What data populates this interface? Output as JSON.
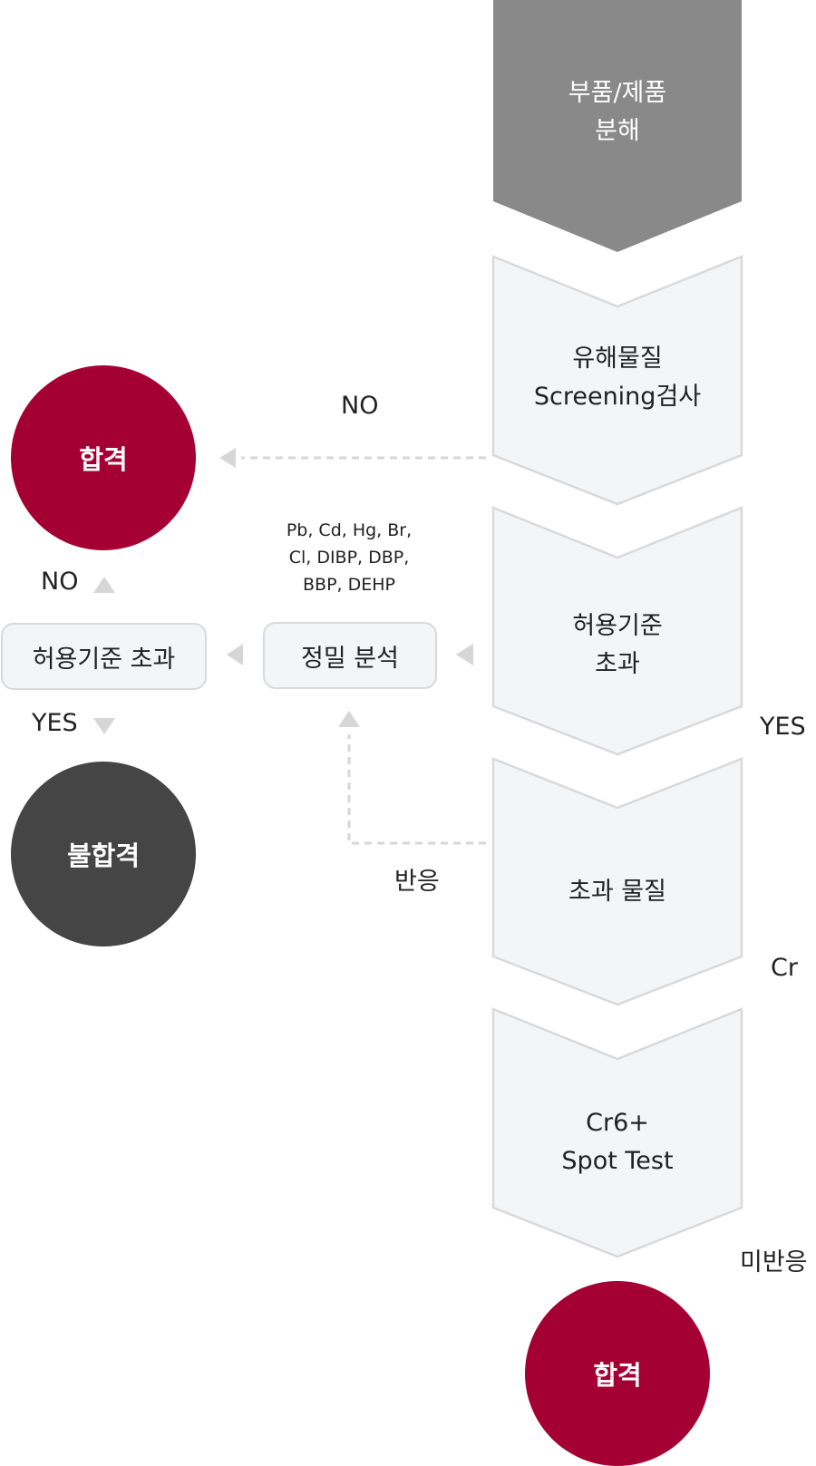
{
  "stages": [
    {
      "text": "부품/제품\n분해"
    },
    {
      "text": "유해물질\nScreening검사"
    },
    {
      "text": "허용기준\n초과"
    },
    {
      "text": "초과 물질"
    },
    {
      "text": "Cr6+\nSpot Test"
    }
  ],
  "circles": {
    "pass_top": "합격",
    "fail": "불합격",
    "pass_bottom": "합격"
  },
  "boxes": {
    "precise_analysis": "정밀 분석",
    "exceed_limit": "허용기준 초과"
  },
  "labels": {
    "screening_no": "NO",
    "left_no": "NO",
    "left_yes": "YES",
    "right_yes": "YES",
    "reaction": "반응",
    "cr": "Cr",
    "no_reaction": "미반응"
  },
  "substances_note": "Pb, Cd, Hg, Br,\nCl, DIBP, DBP,\nBBP, DEHP",
  "colors": {
    "pass": "#a50034",
    "fail": "#454545",
    "stage_dark": "#898989",
    "stage_light": "#f4f5f7",
    "stage_border": "#d9d9db",
    "arrow": "#d6d6d6"
  }
}
